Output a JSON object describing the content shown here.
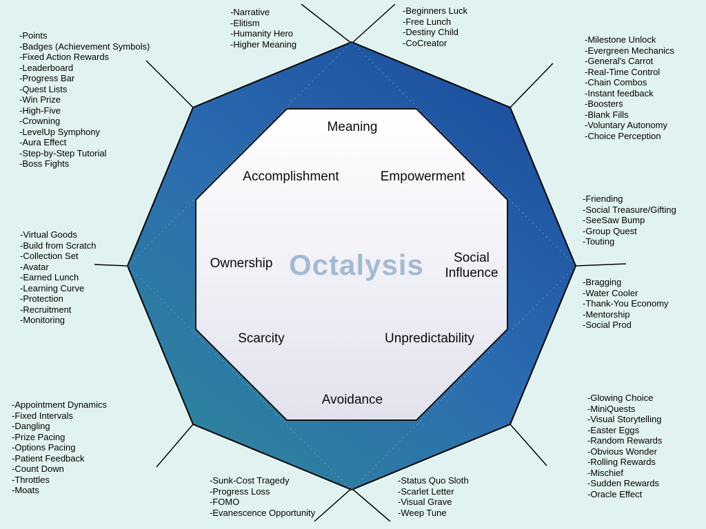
{
  "title": "Octalysis",
  "colors": {
    "background": "#e1f3f0",
    "octagon_blue": "#1c4f9e",
    "octagon_teal": "#2f8a97",
    "inner_octagon_top": "#ffffff",
    "inner_octagon_bottom": "#e2e2ee",
    "title_text": "#a3bad2",
    "outline": "#000000"
  },
  "drives": {
    "meaning": "Meaning",
    "accomplishment": "Accomplishment",
    "empowerment": "Empowerment",
    "ownership": "Ownership",
    "social_influence": "Social Influence",
    "scarcity": "Scarcity",
    "unpredictability": "Unpredictability",
    "avoidance": "Avoidance"
  },
  "mechanics": {
    "accomplishment": [
      "-Points",
      "-Badges (Achievement Symbols)",
      "-Fixed Action Rewards",
      "-Leaderboard",
      "-Progress Bar",
      "-Quest Lists",
      "-Win Prize",
      "-High-Five",
      "-Crowning",
      "-LevelUp Symphony",
      "-Aura Effect",
      "-Step-by-Step Tutorial",
      "-Boss Fights"
    ],
    "meaning_left": [
      "-Narrative",
      "-Elitism",
      "-Humanity Hero",
      "-Higher Meaning"
    ],
    "meaning_right": [
      "-Beginners Luck",
      "-Free Lunch",
      "-Destiny Child",
      "-CoCreator"
    ],
    "empowerment": [
      "-Milestone Unlock",
      "-Evergreen Mechanics",
      "-General's Carrot",
      "-Real-Time Control",
      "-Chain Combos",
      "-Instant feedback",
      "-Boosters",
      "-Blank Fills",
      "-Voluntary Autonomy",
      "-Choice Perception"
    ],
    "social_influence_upper": [
      "-Friending",
      "-Social Treasure/Gifting",
      "-SeeSaw Bump",
      "-Group Quest",
      "-Touting"
    ],
    "social_influence_lower": [
      "-Bragging",
      "-Water Cooler",
      "-Thank-You Economy",
      "-Mentorship",
      "-Social Prod"
    ],
    "ownership": [
      "-Virtual Goods",
      "-Build from Scratch",
      "-Collection Set",
      "-Avatar",
      "-Earned Lunch",
      "-Learning Curve",
      "-Protection",
      "-Recruitment",
      "-Monitoring"
    ],
    "scarcity": [
      "-Appointment Dynamics",
      "-Fixed Intervals",
      "-Dangling",
      "-Prize Pacing",
      "-Options Pacing",
      "-Patient Feedback",
      "-Count Down",
      "-Throttles",
      "-Moats"
    ],
    "avoidance_left": [
      "-Sunk-Cost Tragedy",
      "-Progress Loss",
      "-FOMO",
      "-Evanescence Opportunity"
    ],
    "avoidance_right": [
      "-Status Quo Sloth",
      "-Scarlet Letter",
      "-Visual Grave",
      "-Weep Tune"
    ],
    "unpredictability": [
      "-Glowing Choice",
      "-MiniQuests",
      "-Visual Storytelling",
      "-Easter Eggs",
      "-Random Rewards",
      "-Obvious Wonder",
      "-Rolling Rewards",
      "-Mischief",
      "-Sudden Rewards",
      "-Oracle Effect"
    ]
  }
}
